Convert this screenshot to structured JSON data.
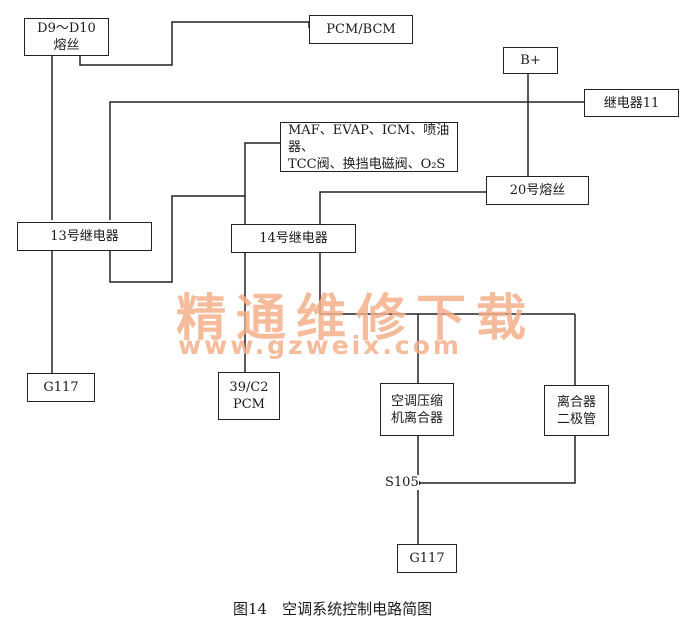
{
  "watermark": {
    "line1": "精通维修下载",
    "line2": "www.gzweix.com"
  },
  "blocks": {
    "fuse_d9_d10": [
      "D9～D10",
      "熔丝"
    ],
    "pcm_bcm": "PCM/BCM",
    "b_plus": "B+",
    "relay_11": "继电器11",
    "loads": [
      "MAF、EVAP、ICM、喷油器、",
      "TCC阀、换挡电磁阀、O₂S"
    ],
    "fuse_20": "20号熔丝",
    "relay_13": "13号继电器",
    "relay_14": "14号继电器",
    "g117_left": "G117",
    "pcm_39c2": [
      "39/C2",
      "PCM"
    ],
    "ac_clutch": [
      "空调压缩",
      "机离合器"
    ],
    "clutch_diode": [
      "离合器",
      "二极管"
    ],
    "g117_bottom": "G117"
  },
  "splice_label": "S105",
  "caption": "图14　空调系统控制电路简图"
}
